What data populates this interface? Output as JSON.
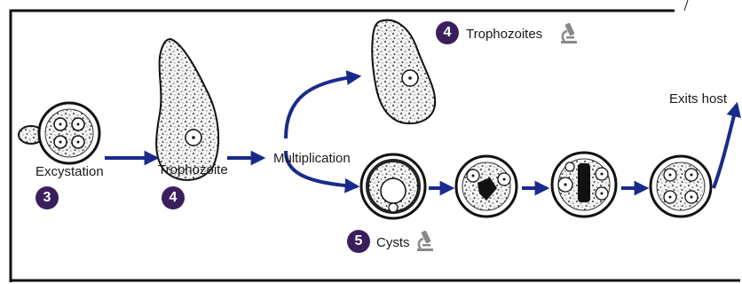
{
  "colors": {
    "arrow": "#1a2a8c",
    "step_badge": "#3a1f5c",
    "frame": "#111111",
    "cell_fill": "#f2f2f2",
    "cell_outline": "#111111",
    "microscope": "#888888"
  },
  "labels": {
    "excystation": "Excystation",
    "trophozoite": "Trophozoite",
    "multiplication": "Multiplication",
    "trophozoites": "Trophozoites",
    "cysts": "Cysts",
    "exits_host": "Exits host"
  },
  "badges": {
    "excystation_step": "3",
    "trophozoite_step": "4",
    "trophozoites_step": "4",
    "cysts_step": "5"
  },
  "icons": {
    "trophozoites_diagnostic": "microscope-icon",
    "cysts_diagnostic": "microscope-icon"
  }
}
